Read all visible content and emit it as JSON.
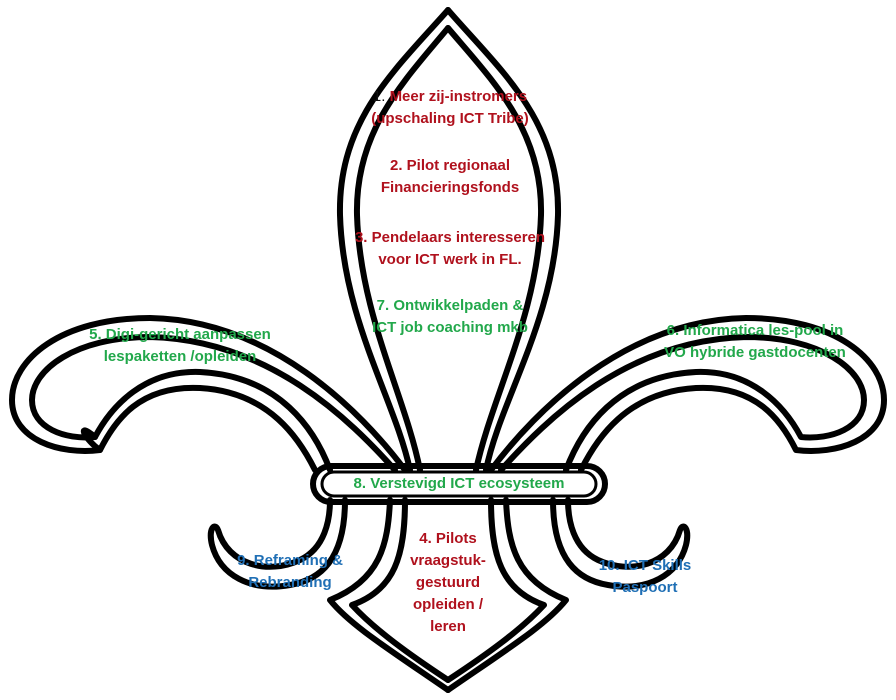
{
  "colors": {
    "outline": "#000000",
    "red": "#b0111d",
    "green": "#22a84b",
    "blue": "#1f6fb5"
  },
  "items": {
    "item1": {
      "number": "1.",
      "line1": "Meer zij-instromers",
      "line2": "(upschaling ICT Tribe)"
    },
    "item2": {
      "line1": "2. Pilot regionaal",
      "line2": "Financieringsfonds"
    },
    "item3": {
      "line1": "3. Pendelaars interesseren",
      "line2": "voor ICT werk in FL."
    },
    "item7": {
      "line1": "7. Ontwikkelpaden &",
      "line2": "ICT job coaching mkb"
    },
    "item5": {
      "line1": "5. Digi-gericht aanpassen",
      "line2": "lespaketten /opleiden"
    },
    "item6": {
      "line1": "6. Informatica les-pool in",
      "line2": "VO hybride gastdocenten"
    },
    "item8": {
      "text": "8. Verstevigd ICT ecosysteem"
    },
    "item4": {
      "line1": "4. Pilots",
      "line2": "vraagstuk-",
      "line3": "gestuurd",
      "line4": "opleiden /",
      "line5": "leren"
    },
    "item9": {
      "line1": "9. Reframing &",
      "line2": "Rebranding"
    },
    "item10": {
      "line1": "10. ICT Skills",
      "line2": "Paspoort"
    }
  }
}
